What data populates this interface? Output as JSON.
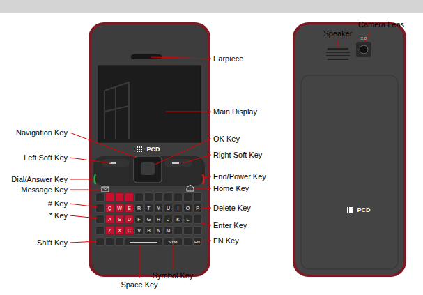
{
  "diagram": {
    "labels": [
      "Earpiece",
      "Main Display",
      "Navigation Key",
      "OK Key",
      "Left Soft Key",
      "Right Soft Key",
      "Dial/Answer Key",
      "End/Power Key",
      "Message Key",
      "Home Key",
      "# Key",
      "Delete Key",
      "* Key",
      "Enter Key",
      "Shift Key",
      "FN Key",
      "Space Key",
      "Symbol Key",
      "Speaker",
      "Camera Lens",
      "PCD",
      "PCD",
      "2.0",
      "SYM",
      "FN",
      "Q",
      "W",
      "E",
      "R",
      "T",
      "Y",
      "U",
      "I",
      "O",
      "P",
      "A",
      "S",
      "D",
      "F",
      "G",
      "H",
      "J",
      "K",
      "L",
      "Z",
      "X",
      "C",
      "V",
      "B",
      "N",
      "M"
    ]
  }
}
